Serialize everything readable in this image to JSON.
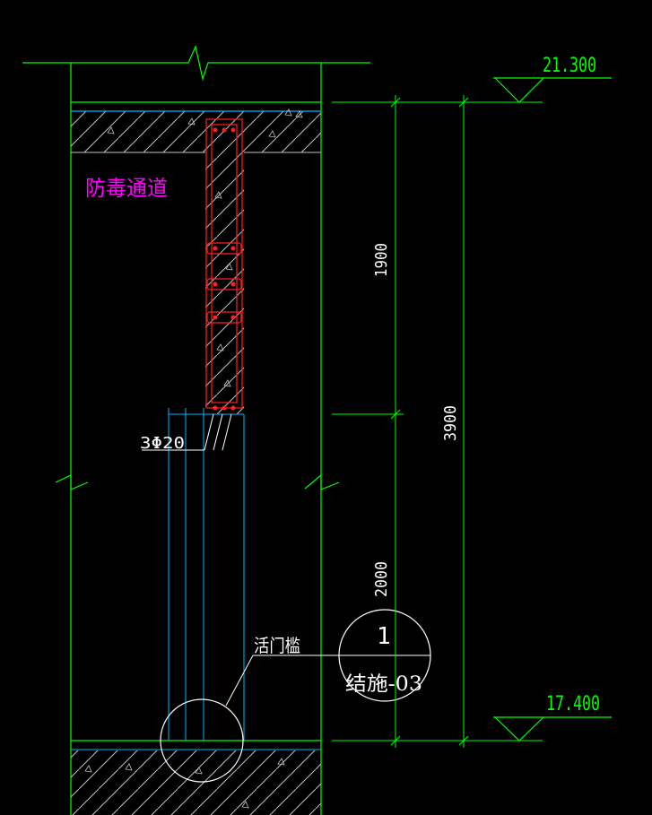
{
  "levels": {
    "top": "21.300",
    "bottom": "17.400"
  },
  "dimensions": {
    "upper": "1900",
    "lower": "2000",
    "total": "3900"
  },
  "labels": {
    "room_name": "防毒通道",
    "rebar": "3Φ20",
    "door_sill": "活门槛",
    "detail_number": "1",
    "detail_sheet": "结施-03"
  },
  "colors": {
    "background": "#000000",
    "outline": "#00ff00",
    "slab_edge": "#00b4ff",
    "hatch": "#bfbfbf",
    "rebar": "#ff2020",
    "room_label": "#ff00ff",
    "annotation": "#ffffff"
  }
}
